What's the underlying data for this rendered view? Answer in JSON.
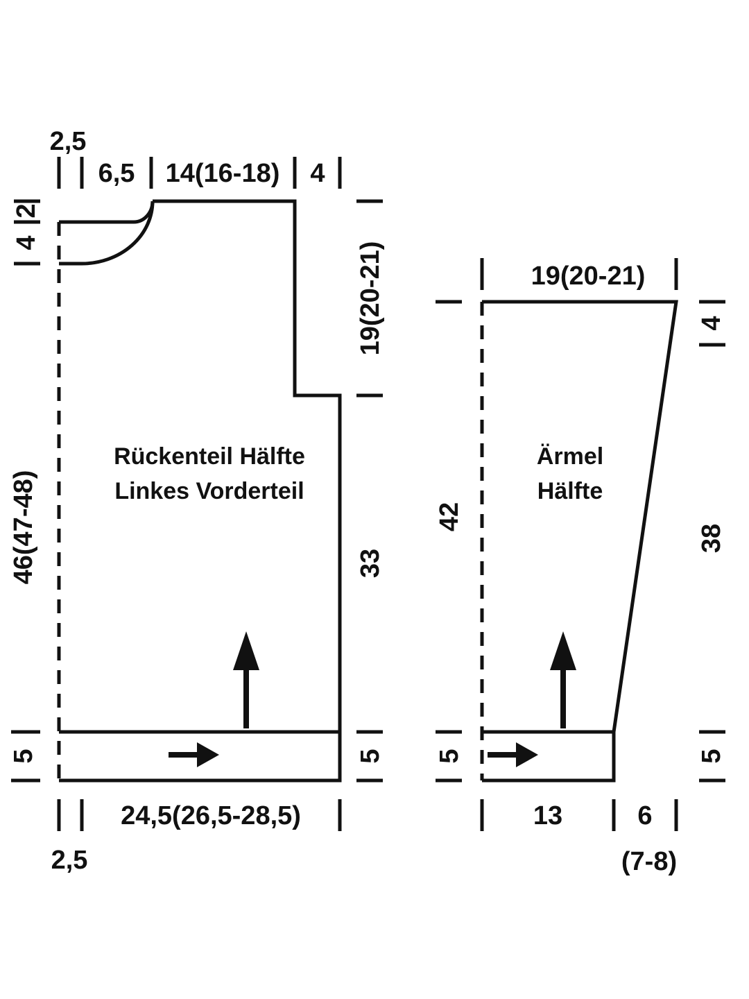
{
  "body_piece": {
    "label_line1": "Rückenteil Hälfte",
    "label_line2": "Linkes Vorderteil",
    "dim_top_fold": "2,5",
    "dim_top_neck_width": "6,5",
    "dim_top_shoulder": "14(16-18)",
    "dim_top_armhole_bindoff": "4",
    "dim_left_back_neck_depth": "2",
    "dim_left_front_neck_depth": "4",
    "dim_left_side_length": "46(47-48)",
    "dim_left_rib_height": "5",
    "dim_right_armhole_depth": "19(20-21)",
    "dim_right_side_length": "33",
    "dim_right_rib_height": "5",
    "dim_bottom_width": "24,5(26,5-28,5)",
    "dim_bottom_fold": "2,5"
  },
  "sleeve_piece": {
    "label_line1": "Ärmel",
    "label_line2": "Hälfte",
    "dim_top_width": "19(20-21)",
    "dim_right_cap_height": "4",
    "dim_right_length": "38",
    "dim_right_rib_height": "5",
    "dim_left_length": "42",
    "dim_left_rib_height": "5",
    "dim_bottom_cuff_width": "13",
    "dim_bottom_extra_width": "6",
    "dim_bottom_extra_sizes": "(7-8)"
  },
  "colors": {
    "ink": "#111111",
    "background": "#ffffff"
  }
}
